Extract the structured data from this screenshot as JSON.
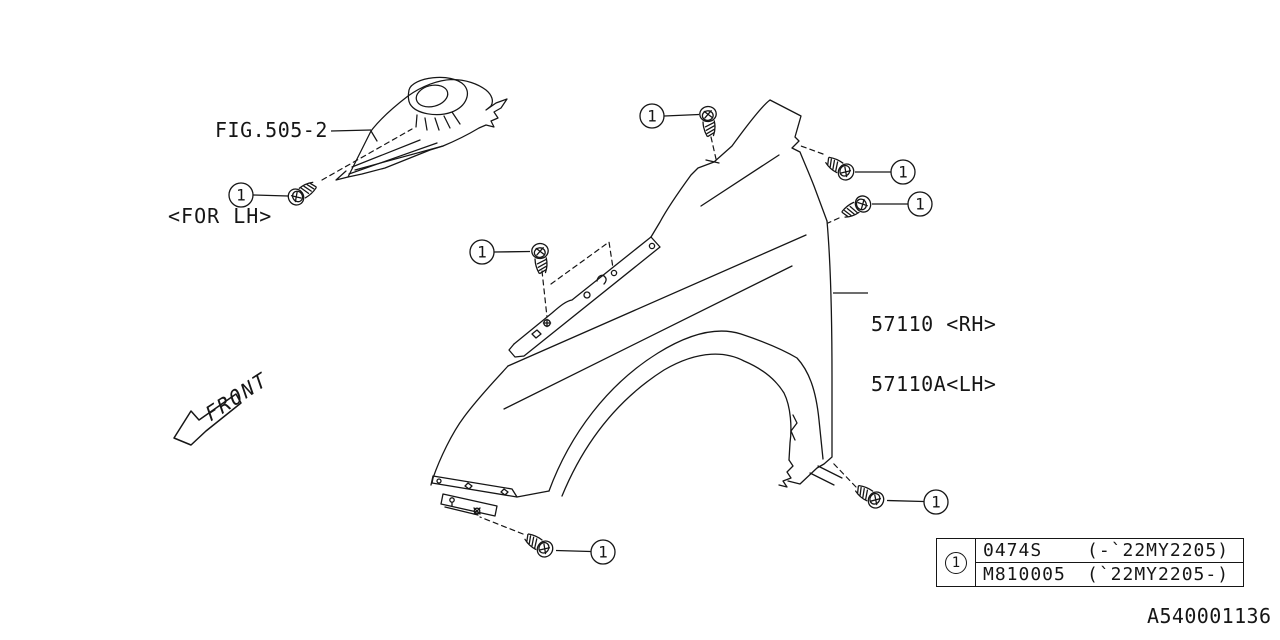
{
  "figure": {
    "fig_reference": "FIG.505-2",
    "side_note": "<FOR LH>",
    "part_number_rh": "57110 <RH>",
    "part_number_lh": "57110A<LH>",
    "direction_label": "FRONT",
    "callout_number": "1",
    "diagram_code": "A540001136"
  },
  "legend_table": {
    "callout": "1",
    "rows": [
      {
        "part_no": "0474S",
        "applicability": "(-`22MY2205)"
      },
      {
        "part_no": "M810005",
        "applicability": "(`22MY2205-)"
      }
    ]
  },
  "colors": {
    "line": "#161616",
    "background": "#ffffff"
  }
}
